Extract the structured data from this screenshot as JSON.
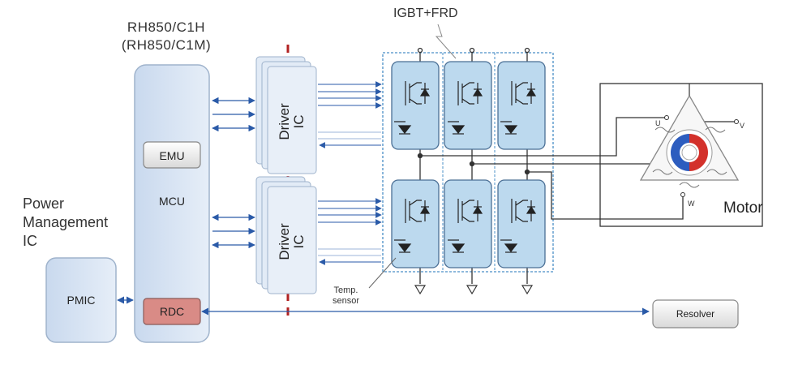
{
  "mcu": {
    "part_line1": "RH850/C1H",
    "part_line2": "(RH850/C1M)",
    "label": "MCU",
    "emu": "EMU",
    "rdc": "RDC"
  },
  "power": {
    "line1": "Power",
    "line2": "Management",
    "line3": "IC",
    "pmic": "PMIC"
  },
  "driver": {
    "line1": "Driver",
    "line2": "IC"
  },
  "inverter": {
    "title": "IGBT+FRD",
    "temp_line1": "Temp.",
    "temp_line2": "sensor"
  },
  "motor": {
    "label": "Motor",
    "phase_u": "U",
    "phase_v": "V",
    "phase_w": "W"
  },
  "resolver": {
    "label": "Resolver"
  },
  "colors": {
    "block_fill": "#d5e2f2",
    "block_stroke": "#9fb3cc",
    "igbt_fill": "#bcd9ee",
    "rdc_fill": "#d98b86",
    "signal": "#2a5aa8",
    "power_line": "#333333",
    "separator": "#b22222"
  }
}
